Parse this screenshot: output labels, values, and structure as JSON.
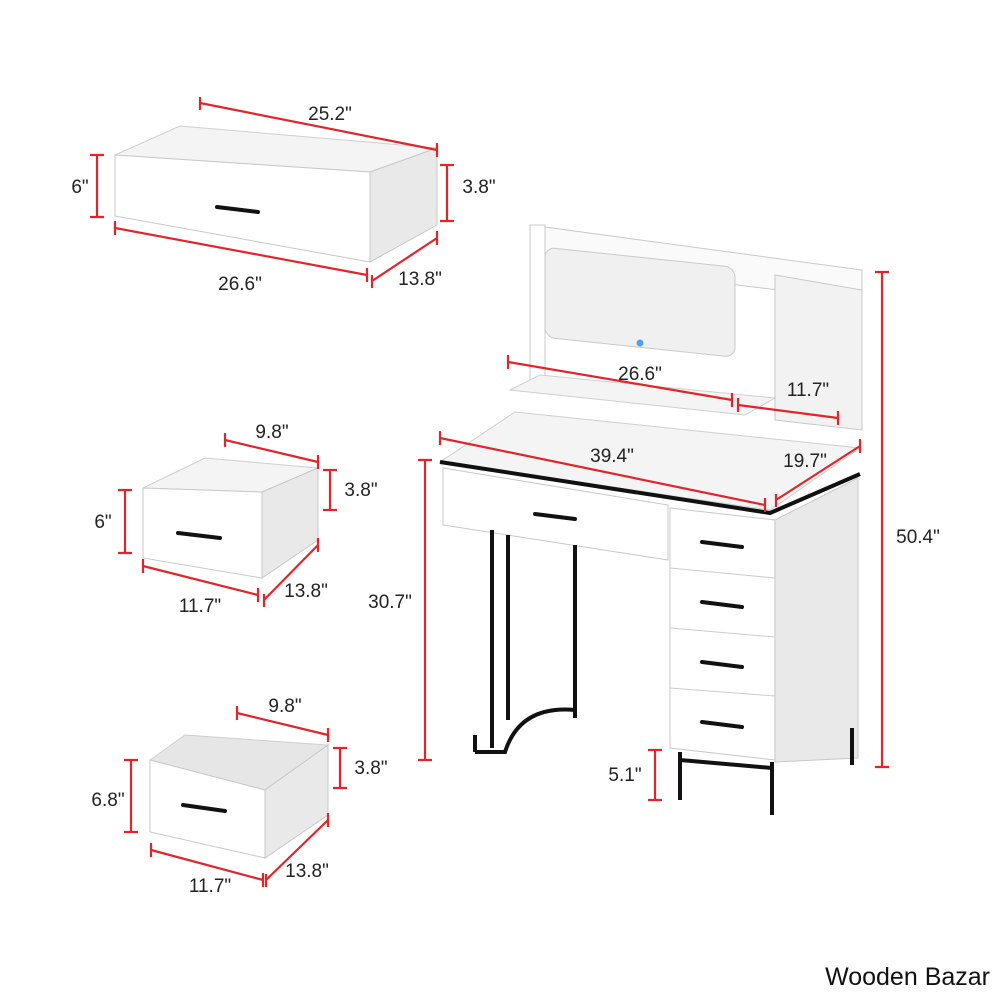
{
  "top_drawer": {
    "width_top": "25.2\"",
    "height": "6\"",
    "inner_height": "3.8\"",
    "width_front": "26.6\"",
    "depth": "13.8\""
  },
  "middle_drawer": {
    "inner_width": "9.8\"",
    "height": "6\"",
    "inner_height": "3.8\"",
    "width": "11.7\"",
    "depth": "13.8\""
  },
  "bottom_drawer": {
    "inner_width": "9.8\"",
    "height": "6.8\"",
    "inner_height": "3.8\"",
    "width": "11.7\"",
    "depth": "13.8\""
  },
  "vanity": {
    "mirror_shelf_width": "26.6\"",
    "hutch_depth": "11.7\"",
    "desk_width": "39.4\"",
    "desk_depth": "19.7\"",
    "desk_height": "30.7\"",
    "total_height": "50.4\"",
    "leg_height": "5.1\""
  },
  "colors": {
    "dimension_line": "#e0262b",
    "furniture": "#ffffff",
    "handles": "#111111"
  },
  "watermark": "Wooden Bazar"
}
